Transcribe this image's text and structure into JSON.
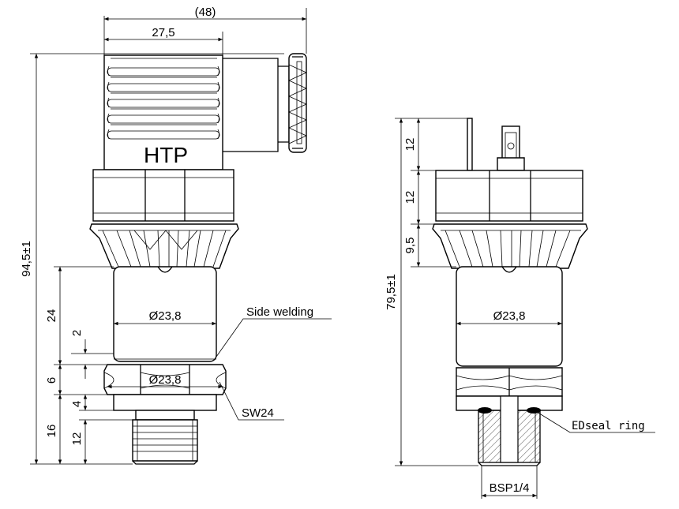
{
  "left_view": {
    "brand": "HTP",
    "dim_total_width": "(48)",
    "dim_housing_width": "27,5",
    "dim_total_height": "94,5±1",
    "dim_body_height": "24",
    "dim_weld_offset": "2",
    "dim_hex_height": "6",
    "dim_lower_step": "4",
    "dim_thread_height": "16",
    "dim_thread_length": "12",
    "dia_body": "Ø23,8",
    "dia_hex": "Ø23,8",
    "label_side_welding": "Side welding",
    "label_wrench": "SW24"
  },
  "right_view": {
    "dim_total_height": "79,5±1",
    "dim_pin_height": "12",
    "dim_nut_height": "12",
    "dim_cap_height": "9,5",
    "dia_body": "Ø23,8",
    "label_thread": "BSP1/4",
    "label_seal": "EDseal ring"
  }
}
